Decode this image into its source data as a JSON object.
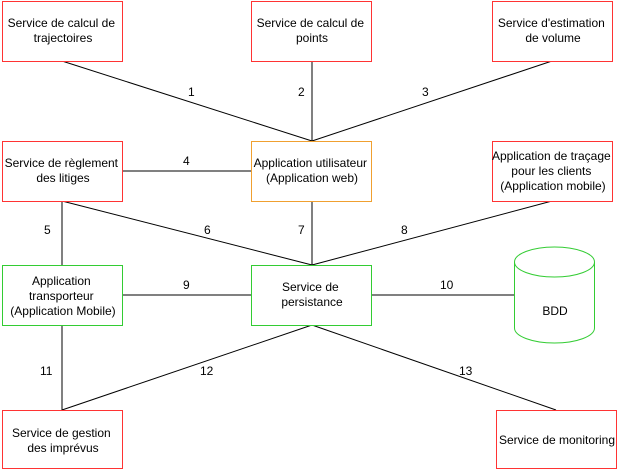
{
  "colors": {
    "red": "#ff3333",
    "orange": "#f0a030",
    "green": "#33cc33",
    "line": "#000000",
    "text": "#000000"
  },
  "nodes": {
    "calcul_trajectoires": {
      "lines": [
        "Service de calcul de",
        "trajectoires"
      ]
    },
    "calcul_points": {
      "lines": [
        "Service de calcul de",
        "points"
      ]
    },
    "estimation_volume": {
      "lines": [
        "Service d'estimation",
        "de volume"
      ]
    },
    "reglement_litiges": {
      "lines": [
        "Service de règlement",
        "des litiges"
      ]
    },
    "application_utilisateur": {
      "lines": [
        "Application utilisateur",
        "(Application web)"
      ]
    },
    "application_tracage": {
      "lines": [
        "Application de traçage",
        "pour les clients",
        "(Application mobile)"
      ]
    },
    "application_transporteur": {
      "lines": [
        "Application",
        "transporteur",
        "(Application Mobile)"
      ]
    },
    "service_persistance": {
      "lines": [
        "Service de",
        "persistance"
      ]
    },
    "bdd": {
      "lines": [
        "BDD"
      ]
    },
    "gestion_imprevus": {
      "lines": [
        "Service de gestion",
        "des imprévus"
      ]
    },
    "monitoring": {
      "lines": [
        "Service de monitoring"
      ]
    }
  },
  "edges": {
    "e1": "1",
    "e2": "2",
    "e3": "3",
    "e4": "4",
    "e5": "5",
    "e6": "6",
    "e7": "7",
    "e8": "8",
    "e9": "9",
    "e10": "10",
    "e11": "11",
    "e12": "12",
    "e13": "13"
  }
}
